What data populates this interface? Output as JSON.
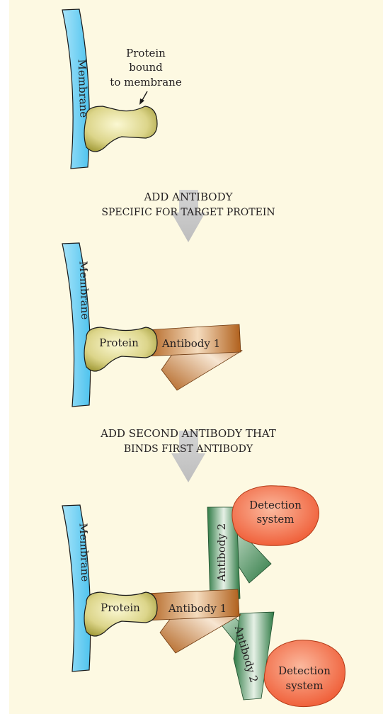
{
  "colors": {
    "background": "#fdf9e2",
    "membrane": "#6fcff5",
    "protein": "#d6d17a",
    "antibody1": "#b8651f",
    "antibody2": "#3f8a52",
    "detection": "#f0663f",
    "arrow": "#c9c9c9"
  },
  "panel1": {
    "membrane_label": "Membrane",
    "protein_annotation": [
      "Protein",
      "bound",
      "to membrane"
    ]
  },
  "step1": {
    "line1": "ADD ANTIBODY",
    "line2": "SPECIFIC FOR TARGET PROTEIN"
  },
  "panel2": {
    "membrane_label": "Membrane",
    "protein_label": "Protein",
    "antibody_label": "Antibody 1"
  },
  "step2": {
    "line1": "ADD SECOND ANTIBODY  THAT",
    "line2": "BINDS FIRST ANTIBODY"
  },
  "panel3": {
    "membrane_label": "Membrane",
    "protein_label": "Protein",
    "antibody1_label": "Antibody 1",
    "antibody2_top_label": "Antibody 2",
    "antibody2_bottom_label": "Antibody 2",
    "detection_top": [
      "Detection",
      "system"
    ],
    "detection_bottom": [
      "Detection",
      "system"
    ]
  }
}
